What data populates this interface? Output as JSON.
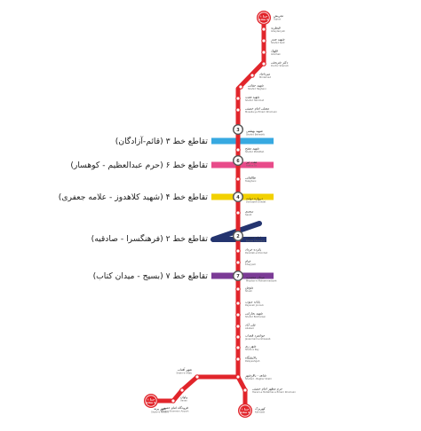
{
  "colors": {
    "line1": "#e1252b",
    "line3": "#37a9e1",
    "line6": "#e84b8a",
    "line4": "#f2d100",
    "line2": "#24346f",
    "line7": "#7b3b96"
  },
  "icons": {
    "terminal": "metro-logo-icon",
    "interchange": "interchange-ring-icon"
  },
  "stations": [
    {
      "fa": "تجریش",
      "en": "Tajrish",
      "terminal": true
    },
    {
      "fa": "قیطریه",
      "en": "Gheytariyeh"
    },
    {
      "fa": "شهید صدر",
      "en": "Shahid Sadr"
    },
    {
      "fa": "قلهک",
      "en": "Gholhak"
    },
    {
      "fa": "دکتر شریعتی",
      "en": "Doctor Shariati"
    },
    {
      "fa": "میرداماد",
      "en": "Mirdamad"
    },
    {
      "fa": "شهید حقانی",
      "en": "Shahid Haghani"
    },
    {
      "fa": "شهید همت",
      "en": "Shahid Hemmat"
    },
    {
      "fa": "مصلی امام خمینی",
      "en": "Mosalla-ye Emam Khomeini"
    },
    {
      "fa": "شهید بهشتی",
      "en": "Shahid Beheshti",
      "interchange": 3
    },
    {
      "fa": "شهید مفتح",
      "en": "Shahid Mofatteh"
    },
    {
      "fa": "هفت تیر",
      "en": "Haft-e Tir",
      "interchange": 6
    },
    {
      "fa": "طالقانی",
      "en": "Taleghani"
    },
    {
      "fa": "دروازه دولت",
      "en": "Darvazeh Dowlat",
      "interchange": 4
    },
    {
      "fa": "سعدی",
      "en": "Saadi"
    },
    {
      "fa": "امام خمینی",
      "en": "Emam Khomeini",
      "interchange": 2
    },
    {
      "fa": "پانزده خرداد",
      "en": "Panzdah-e Khordad"
    },
    {
      "fa": "خیام",
      "en": "Khayyam"
    },
    {
      "fa": "میدان محمدیه",
      "en": "Meydan-e Mohammadiyeh",
      "interchange": 7
    },
    {
      "fa": "شوش",
      "en": "Shush"
    },
    {
      "fa": "پایانه جنوب",
      "en": "Payaneh Jonoub"
    },
    {
      "fa": "شهید بخارایی",
      "en": "Shahid Bokharaei"
    },
    {
      "fa": "علی آباد",
      "en": "Aliabad"
    },
    {
      "fa": "جوانمرد قصاب",
      "en": "Javanmard-e Ghassab"
    },
    {
      "fa": "شهر ری",
      "en": "Shahr-e Rey"
    },
    {
      "fa": "پالایشگاه",
      "en": "Palayeshgah"
    },
    {
      "fa": "شاهد - باقرشهر",
      "en": "Shahed - Bagher Shahr"
    },
    {
      "fa": "حرم مطهر امام خمینی",
      "en": "Haram-e Motahhar-e Emam Khomeini"
    },
    {
      "fa": "کهریزک",
      "en": "Kahrizak",
      "terminal": true
    }
  ],
  "branch": [
    {
      "fa": "شهر آفتاب",
      "en": "Shahr-e Aftab"
    },
    {
      "fa": "واوان",
      "en": "Vavan"
    },
    {
      "fa": "فرودگاه امام خمینی",
      "en": "Emam Khomeini Airport"
    },
    {
      "fa": "شهر پرند",
      "en": "Shahr-e Parand",
      "terminal": true
    }
  ],
  "interchanges": [
    {
      "line": 3,
      "title": "تقاطع خط ۳ (قائم-آزادگان)"
    },
    {
      "line": 6,
      "title": "تقاطع خط ۶ (حرم عبدالعظیم - کوهسار)"
    },
    {
      "line": 4,
      "title": "تقاطع خط ۴ (شهید کلاهدوز - علامه جعفری)"
    },
    {
      "line": 2,
      "title": "تقاطع خط ۲ (فرهنگسرا - صادقیه)"
    },
    {
      "line": 7,
      "title": "تقاطع خط ۷ (بسیج - میدان کتاب)"
    }
  ],
  "terminal_badge": {
    "fa": "خط ۱",
    "en": "Line 1"
  }
}
